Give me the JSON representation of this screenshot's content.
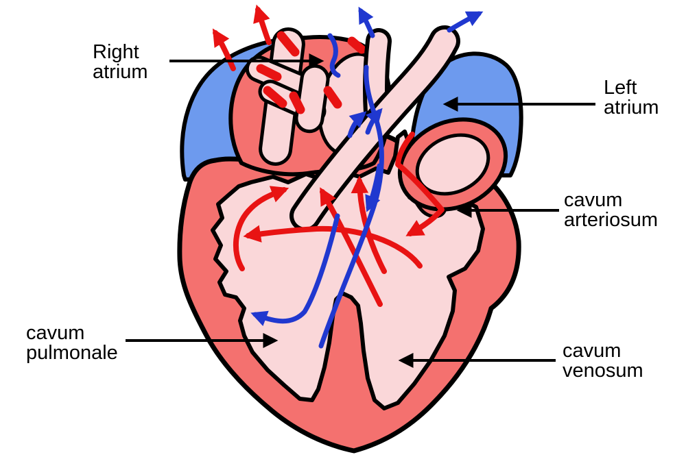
{
  "figure": {
    "type": "anatomical-heart-diagram",
    "labels": {
      "right_atrium": {
        "line1": "Right",
        "line2": "atrium"
      },
      "left_atrium": {
        "line1": "Left",
        "line2": "atrium"
      },
      "cavum_arteriosum": {
        "line1": "cavum",
        "line2": "arteriosum"
      },
      "cavum_pulmonale": {
        "line1": "cavum",
        "line2": "pulmonale"
      },
      "cavum_venosum": {
        "line1": "cavum",
        "line2": "venosum"
      }
    },
    "colors": {
      "atrium_blue": "#6D9AEE",
      "myocardium_salmon": "#F4716F",
      "lumen_pink": "#FAD7D9",
      "flow_red": "#E81313",
      "flow_blue": "#2038CF",
      "outline_black": "#000000",
      "label_black": "#000000",
      "background_white": "#FFFFFF"
    }
  }
}
